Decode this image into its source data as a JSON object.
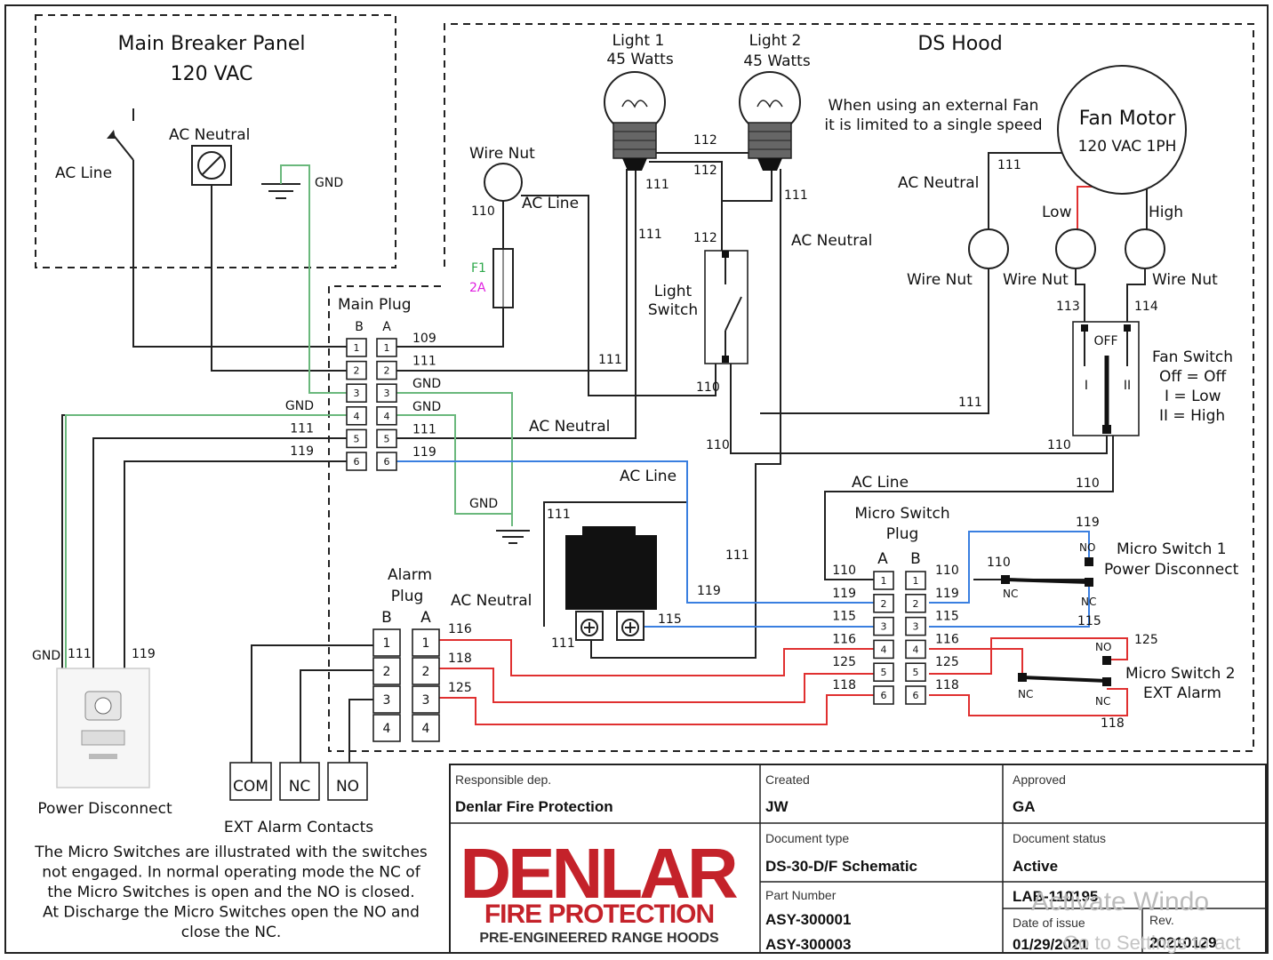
{
  "panels": {
    "main_breaker_title": "Main Breaker Panel",
    "main_breaker_voltage": "120 VAC",
    "ds_hood_title": "DS Hood"
  },
  "breaker": {
    "ac_line": "AC Line",
    "ac_neutral": "AC Neutral",
    "gnd": "GND"
  },
  "lights": {
    "light1_name": "Light 1",
    "light1_watts": "45 Watts",
    "light2_name": "Light 2",
    "light2_watts": "45 Watts"
  },
  "fan": {
    "note_line1": "When using an external Fan",
    "note_line2": "it is limited to a single speed",
    "motor_title": "Fan Motor",
    "motor_spec": "120 VAC 1PH",
    "low": "Low",
    "high": "High",
    "switch_title": "Fan Switch",
    "switch_line1": "Off = Off",
    "switch_line2": "I = Low",
    "switch_line3": "II = High",
    "off": "OFF",
    "pos1": "I",
    "pos2": "II"
  },
  "labels": {
    "wire_nut": "Wire Nut",
    "ac_line": "AC Line",
    "ac_neutral": "AC Neutral",
    "fuse_name": "F1",
    "fuse_rating": "2A",
    "light_switch_1": "Light",
    "light_switch_2": "Switch",
    "gnd": "GND",
    "nc": "NC",
    "no": "NO"
  },
  "plugs": {
    "main_title": "Main Plug",
    "alarm_title_1": "Alarm",
    "alarm_title_2": "Plug",
    "micro_title_1": "Micro Switch",
    "micro_title_2": "Plug",
    "col_a": "A",
    "col_b": "B",
    "pins6": [
      "1",
      "2",
      "3",
      "4",
      "5",
      "6"
    ],
    "pins4": [
      "1",
      "2",
      "3",
      "4"
    ]
  },
  "main_plug_wires_right": [
    "109",
    "111",
    "GND",
    "GND",
    "111",
    "119"
  ],
  "main_plug_wires_left": [
    "GND",
    "111",
    "119"
  ],
  "micro_plug_left_wires": [
    "110",
    "119",
    "115",
    "116",
    "125",
    "118"
  ],
  "micro_plug_right_wires": [
    "110",
    "119",
    "115",
    "116",
    "125",
    "118"
  ],
  "alarm_plug_wires": [
    "116",
    "118",
    "125"
  ],
  "wire_numbers": {
    "w110": "110",
    "w111": "111",
    "w112": "112",
    "w113": "113",
    "w114": "114",
    "w115": "115",
    "w116": "116",
    "w118": "118",
    "w119": "119",
    "w125": "125"
  },
  "micro_switch_1": {
    "line1": "Micro Switch 1",
    "line2": "Power Disconnect"
  },
  "micro_switch_2": {
    "line1": "Micro Switch 2",
    "line2": "EXT Alarm"
  },
  "power_disconnect": {
    "label": "Power Disconnect",
    "gnd": "GND",
    "w111": "111",
    "w119": "119"
  },
  "ext_alarm": {
    "label": "EXT Alarm Contacts",
    "com": "COM",
    "nc": "NC",
    "no": "NO"
  },
  "note": [
    "The Micro Switches are illustrated with the switches",
    "not engaged. In normal operating mode the NC of",
    "the Micro Switches is open and the NO is closed.",
    "At Discharge the Micro Switches open the NO and",
    "close the NC."
  ],
  "title_block": {
    "responsible_dep_label": "Responsible dep.",
    "responsible_dep": "Denlar Fire Protection",
    "created_label": "Created",
    "created": "JW",
    "approved_label": "Approved",
    "approved": "GA",
    "doc_type_label": "Document type",
    "doc_type": "DS-30-D/F Schematic",
    "doc_status_label": "Document status",
    "doc_status": "Active",
    "part_number_label": "Part Number",
    "part_number_1": "ASY-300001",
    "part_number_2": "ASY-300003",
    "lab": "LAB-110195",
    "date_label": "Date of issue",
    "date": "01/29/2021",
    "rev_label": "Rev.",
    "rev": "20210129"
  },
  "logo": {
    "brand": "DENLAR",
    "line2": "FIRE PROTECTION",
    "line3": "PRE-ENGINEERED RANGE HOODS"
  },
  "watermark": {
    "line1": "Activate Windo",
    "line2": "Go to Settings to act"
  },
  "colors": {
    "wire_black": "#222222",
    "wire_green": "#6ab87c",
    "wire_blue": "#3a7fe0",
    "wire_red": "#e03030",
    "logo_red": "#c4222a",
    "fuse_green": "#2da84a",
    "fuse_magenta": "#e020e0"
  }
}
